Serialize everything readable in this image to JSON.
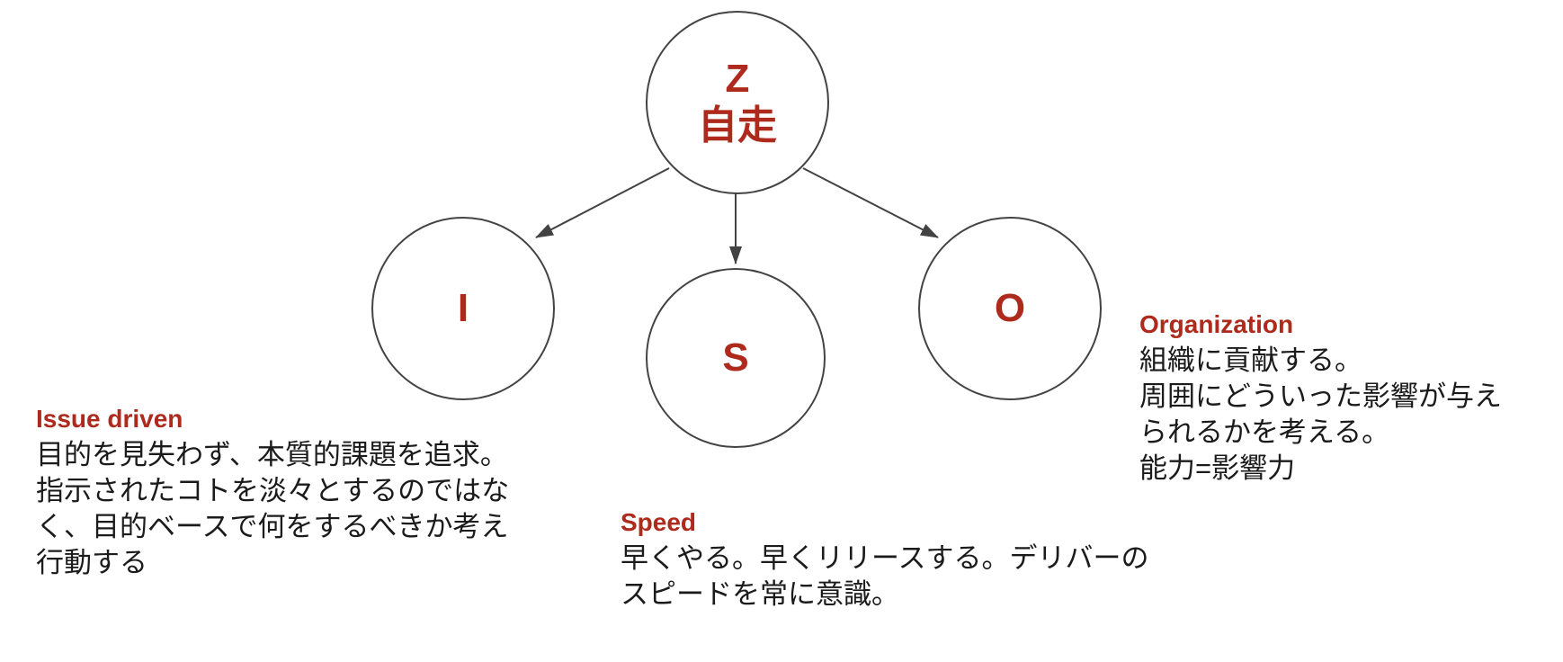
{
  "colors": {
    "accent_red": "#AD2A1D",
    "line_gray": "#434343",
    "text_black": "#1B1B1B",
    "background": "#FFFFFF"
  },
  "nodes": {
    "z": {
      "label": "Z\n自走"
    },
    "i": {
      "label": "I"
    },
    "s": {
      "label": "S"
    },
    "o": {
      "label": "O"
    }
  },
  "annotations": {
    "issue": {
      "title": "Issue driven",
      "body": "目的を見失わず、本質的課題を追求。\n指示されたコトを淡々とするのではな\nく、目的ベースで何をするべきか考え\n行動する"
    },
    "speed": {
      "title": "Speed",
      "body": "早くやる。早くリリースする。デリバーの\nスピードを常に意識。"
    },
    "organization": {
      "title": "Organization",
      "body": "組織に貢献する。\n周囲にどういった影響が与え\nられるかを考える。\n能力=影響力"
    }
  }
}
